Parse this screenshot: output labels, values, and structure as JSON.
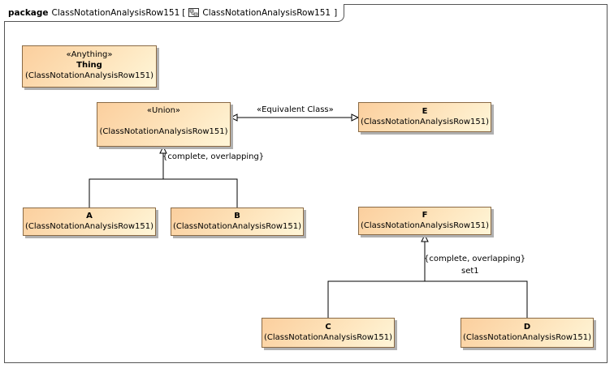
{
  "header": {
    "keyword": "package",
    "name": "ClassNotationAnalysisRow151",
    "bracket_open": "[",
    "diagram_name": "ClassNotationAnalysisRow151",
    "bracket_close": "]"
  },
  "classes": {
    "thing": {
      "stereotype": "«Anything»",
      "name": "Thing",
      "package": "(ClassNotationAnalysisRow151)"
    },
    "union": {
      "stereotype": "«Union»",
      "name": "",
      "package": "(ClassNotationAnalysisRow151)"
    },
    "e": {
      "name": "E",
      "package": "(ClassNotationAnalysisRow151)"
    },
    "a": {
      "name": "A",
      "package": "(ClassNotationAnalysisRow151)"
    },
    "b": {
      "name": "B",
      "package": "(ClassNotationAnalysisRow151)"
    },
    "f": {
      "name": "F",
      "package": "(ClassNotationAnalysisRow151)"
    },
    "c": {
      "name": "C",
      "package": "(ClassNotationAnalysisRow151)"
    },
    "d": {
      "name": "D",
      "package": "(ClassNotationAnalysisRow151)"
    }
  },
  "labels": {
    "equivalent": "«Equivalent Class»",
    "gen_set_union": "{complete, overlapping}",
    "gen_set_f": "{complete, overlapping}",
    "gen_set_f_name": "set1"
  },
  "colors": {
    "class_fill_start": "#fbcf9e",
    "class_fill_end": "#fff6d8",
    "line": "#000000"
  }
}
